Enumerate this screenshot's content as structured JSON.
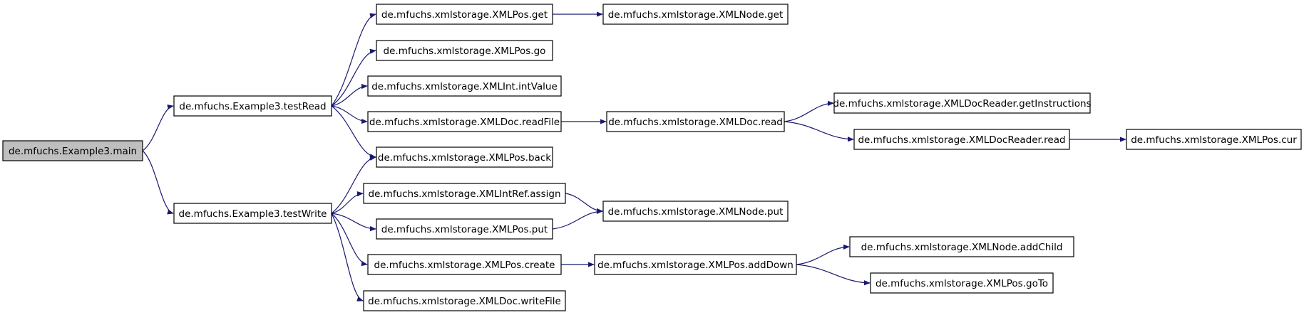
{
  "colors": {
    "node_fill": "#ffffff",
    "root_fill": "#bfbfbf",
    "edge": "#191970"
  },
  "nodes": [
    {
      "id": "main",
      "label": "de.mfuchs.Example3.main",
      "root": true
    },
    {
      "id": "testRead",
      "label": "de.mfuchs.Example3.testRead"
    },
    {
      "id": "testWrite",
      "label": "de.mfuchs.Example3.testWrite"
    },
    {
      "id": "posGet",
      "label": "de.mfuchs.xmlstorage.XMLPos.get"
    },
    {
      "id": "posGo",
      "label": "de.mfuchs.xmlstorage.XMLPos.go"
    },
    {
      "id": "intValue",
      "label": "de.mfuchs.xmlstorage.XMLInt.intValue"
    },
    {
      "id": "readFile",
      "label": "de.mfuchs.xmlstorage.XMLDoc.readFile"
    },
    {
      "id": "posBack",
      "label": "de.mfuchs.xmlstorage.XMLPos.back"
    },
    {
      "id": "assign",
      "label": "de.mfuchs.xmlstorage.XMLIntRef.assign"
    },
    {
      "id": "posPut",
      "label": "de.mfuchs.xmlstorage.XMLPos.put"
    },
    {
      "id": "posCreate",
      "label": "de.mfuchs.xmlstorage.XMLPos.create"
    },
    {
      "id": "writeFile",
      "label": "de.mfuchs.xmlstorage.XMLDoc.writeFile"
    },
    {
      "id": "nodeGet",
      "label": "de.mfuchs.xmlstorage.XMLNode.get"
    },
    {
      "id": "docRead",
      "label": "de.mfuchs.xmlstorage.XMLDoc.read"
    },
    {
      "id": "nodePut",
      "label": "de.mfuchs.xmlstorage.XMLNode.put"
    },
    {
      "id": "addDown",
      "label": "de.mfuchs.xmlstorage.XMLPos.addDown"
    },
    {
      "id": "getInstr",
      "label": "de.mfuchs.xmlstorage.XMLDocReader.getInstructions"
    },
    {
      "id": "readerRead",
      "label": "de.mfuchs.xmlstorage.XMLDocReader.read"
    },
    {
      "id": "addChild",
      "label": "de.mfuchs.xmlstorage.XMLNode.addChild"
    },
    {
      "id": "goTo",
      "label": "de.mfuchs.xmlstorage.XMLPos.goTo"
    },
    {
      "id": "posCur",
      "label": "de.mfuchs.xmlstorage.XMLPos.cur"
    }
  ],
  "edges": [
    {
      "from": "main",
      "to": "testRead"
    },
    {
      "from": "main",
      "to": "testWrite"
    },
    {
      "from": "testRead",
      "to": "posGet"
    },
    {
      "from": "testRead",
      "to": "posGo"
    },
    {
      "from": "testRead",
      "to": "intValue"
    },
    {
      "from": "testRead",
      "to": "readFile"
    },
    {
      "from": "testRead",
      "to": "posBack"
    },
    {
      "from": "testWrite",
      "to": "posBack"
    },
    {
      "from": "testWrite",
      "to": "assign"
    },
    {
      "from": "testWrite",
      "to": "posPut"
    },
    {
      "from": "testWrite",
      "to": "posCreate"
    },
    {
      "from": "testWrite",
      "to": "writeFile"
    },
    {
      "from": "posGet",
      "to": "nodeGet"
    },
    {
      "from": "readFile",
      "to": "docRead"
    },
    {
      "from": "docRead",
      "to": "getInstr"
    },
    {
      "from": "docRead",
      "to": "readerRead"
    },
    {
      "from": "readerRead",
      "to": "posCur"
    },
    {
      "from": "assign",
      "to": "nodePut"
    },
    {
      "from": "posPut",
      "to": "nodePut"
    },
    {
      "from": "posCreate",
      "to": "addDown"
    },
    {
      "from": "addDown",
      "to": "addChild"
    },
    {
      "from": "addDown",
      "to": "goTo"
    }
  ]
}
